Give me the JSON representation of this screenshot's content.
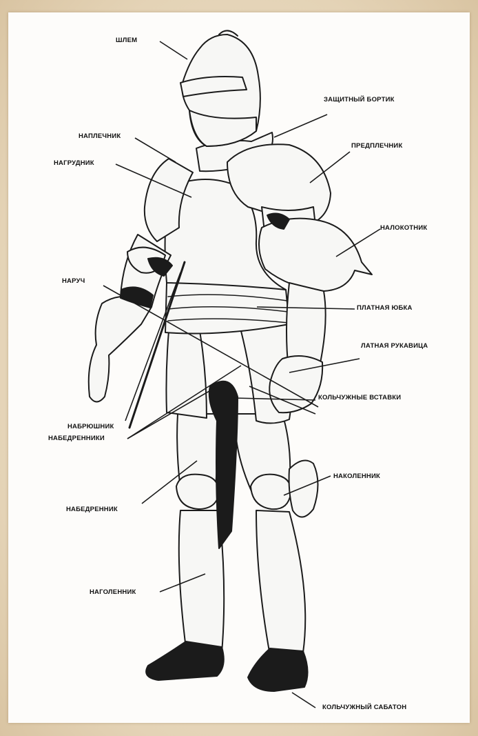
{
  "labels": {
    "shlem": "ШЛЕМ",
    "zashchitny_bortik": "ЗАЩИТНЫЙ БОРТИК",
    "naplechnik": "НАПЛЕЧНИК",
    "nagrudnik": "НАГРУДНИК",
    "predplechnik": "ПРЕДПЛЕЧНИК",
    "nalokotnik": "НАЛОКОТНИК",
    "naruch": "НАРУЧ",
    "platnaya_yubka": "ПЛАТНАЯ ЮБКА",
    "latnaya_rukavitsa": "ЛАТНАЯ РУКАВИЦА",
    "kolchuzhnye_vstavki": "КОЛЬЧУЖНЫЕ ВСТАВКИ",
    "nabryushnik": "НАБРЮШНИК",
    "nabedrenniki": "НАБЕДРЕННИКИ",
    "nakolennik": "НАКОЛЕННИК",
    "nabedrennik": "НАБЕДРЕННИК",
    "nagolennik": "НАГОЛЕННИК",
    "kolchuzhny_sabaton": "КОЛЬЧУЖНЫЙ САБАТОН"
  }
}
